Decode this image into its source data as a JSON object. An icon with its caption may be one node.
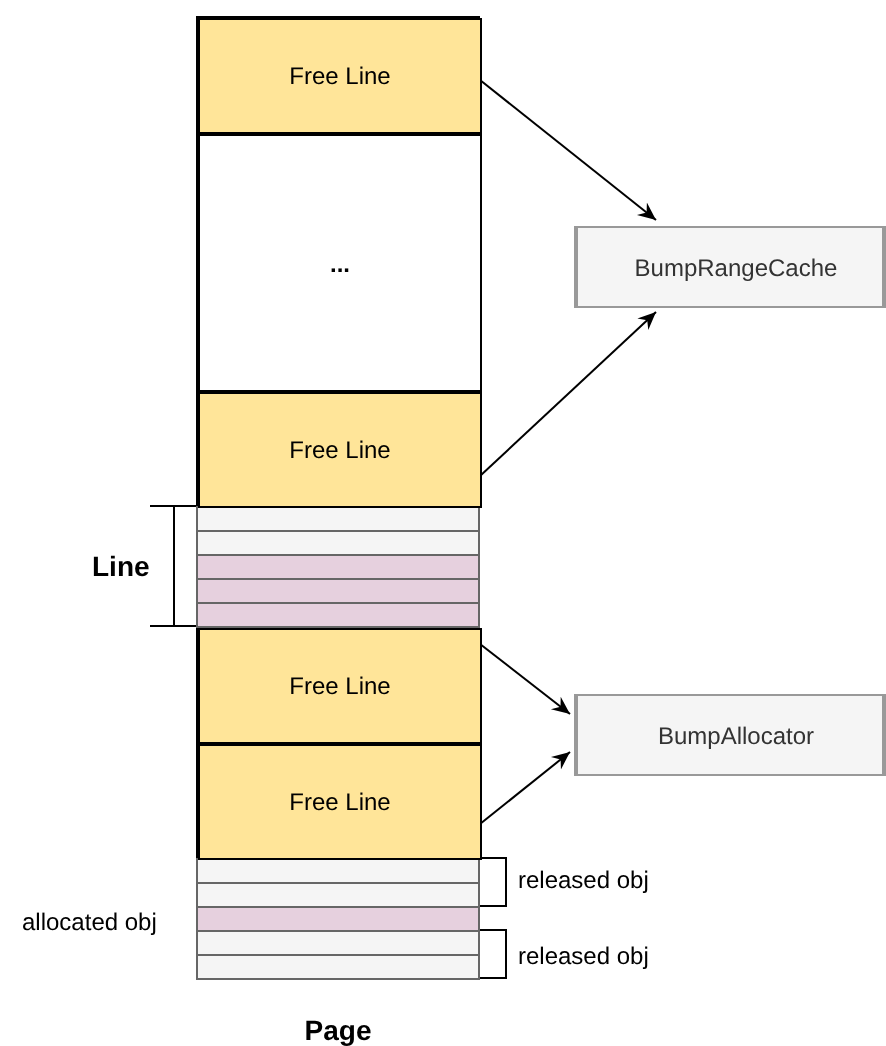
{
  "diagram": {
    "nodes": [
      {
        "text": [
          "Page"
        ]
      },
      {
        "text": [
          "Free Line"
        ],
        "in": 0
      },
      {
        "text": [
          "..."
        ],
        "in": 0
      },
      {
        "text": [
          "Free Line"
        ],
        "in": 0
      },
      {
        "text": [
          "Free Line"
        ],
        "in": 0
      },
      {
        "text": [
          "Free Line"
        ],
        "in": 0
      },
      {
        "text": [
          "BumpRangeCache"
        ]
      },
      {
        "text": [
          "BumpAllocator"
        ]
      }
    ],
    "edges": [
      {
        "from": 1,
        "to": 6,
        "arrow": "to"
      },
      {
        "from": 3,
        "to": 6,
        "arrow": "to"
      },
      {
        "from": 4,
        "to": 7,
        "arrow": "to"
      },
      {
        "from": 5,
        "to": 7,
        "arrow": "to"
      }
    ],
    "labels": [
      "Line",
      "released obj",
      "allocated obj",
      "released obj"
    ]
  }
}
